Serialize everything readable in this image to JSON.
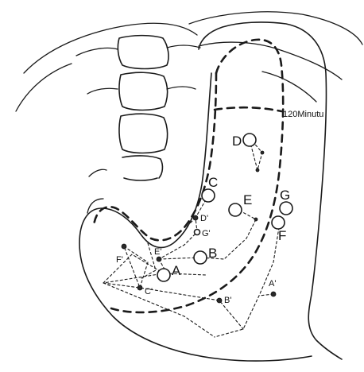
{
  "annotation": {
    "time_note": "120Minutu"
  },
  "markers": {
    "a": "A",
    "b": "B",
    "c": "C",
    "d": "D",
    "e": "E",
    "f": "F",
    "g": "G",
    "a_prime": "A'",
    "b_prime": "B'",
    "c_prime": "C'",
    "d_prime": "D'",
    "e_prime": "E'",
    "f_prime": "F'",
    "g_prime": "G'"
  }
}
